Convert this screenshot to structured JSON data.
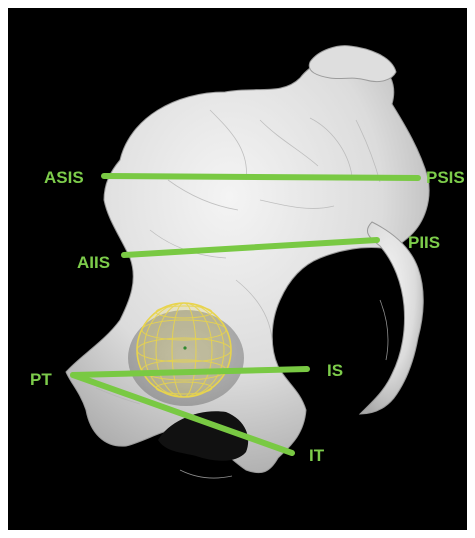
{
  "scene": {
    "subject": "3D rendering of pelvic bone (hemipelvis) with fitted acetabular sphere",
    "background_color": "#000000",
    "bone_color": "#e6e6e6",
    "sphere_color": "#e8d44d",
    "line_color": "#79c943"
  },
  "landmarks": {
    "asis": "ASIS",
    "psis": "PSIS",
    "aiis": "AIIS",
    "piis": "PIIS",
    "pt": "PT",
    "is": "IS",
    "it": "IT"
  }
}
